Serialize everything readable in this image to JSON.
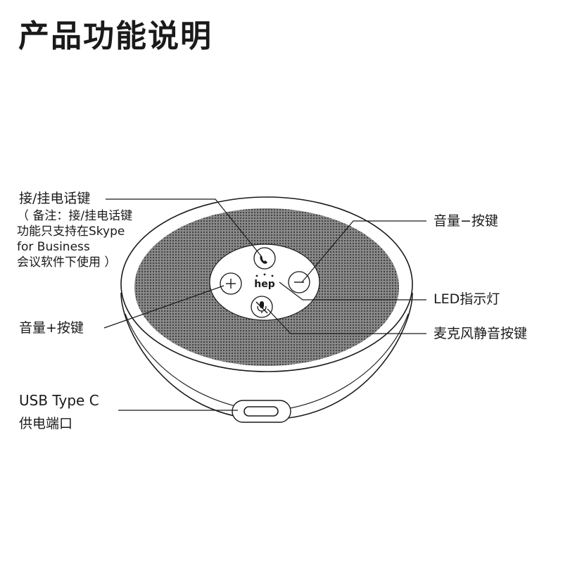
{
  "title": "产品功能说明",
  "brand": "hep",
  "labels": {
    "answer_hangup": "接/挂电话键",
    "note_lines": [
      "（ 备注：接/挂电话键",
      "功能只支持在Skype",
      "for Business",
      "会议软件下使用 ）"
    ],
    "volume_up": "音量+按键",
    "usb_line1": "USB Type C",
    "usb_line2": "供电端口",
    "volume_down": "音量−按键",
    "led": "LED指示灯",
    "mute": "麦克风静音按键"
  },
  "icons": {
    "phone": "phone-icon",
    "plus": "plus-icon",
    "minus": "minus-icon",
    "mic_mute": "mic-mute-icon",
    "usb": "usb-c-port-icon"
  },
  "colors": {
    "ink": "#1a1a1a",
    "grille": "#6e6e6e",
    "panel": "#ffffff"
  }
}
